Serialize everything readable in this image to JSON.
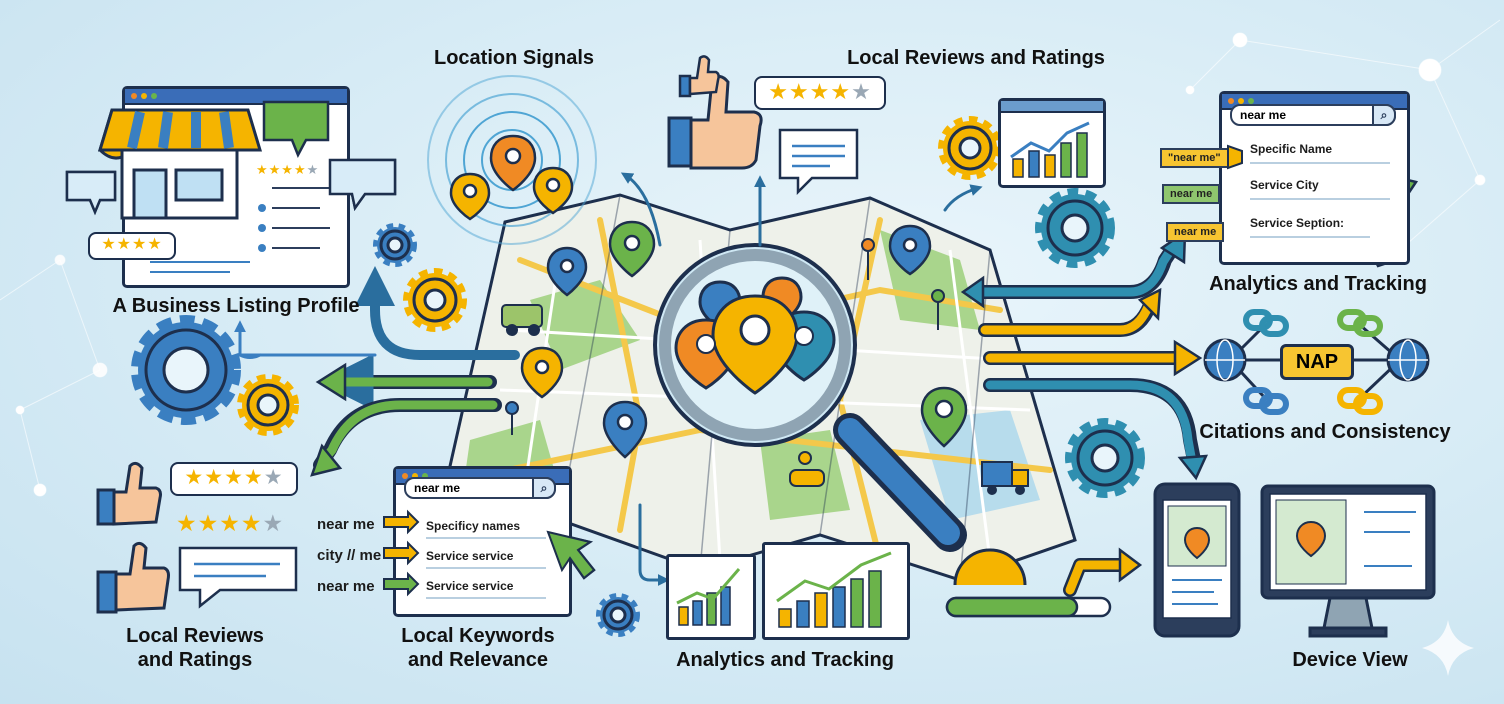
{
  "labels": {
    "location_signals": "Location Signals",
    "local_reviews_top": "Local Reviews and Ratings",
    "business_listing": "A Business Listing Profile",
    "analytics_top": "Analytics and Tracking",
    "citations": "Citations and Consistency",
    "local_reviews_bottom": [
      "Local Reviews",
      "and Ratings"
    ],
    "local_keywords": [
      "Local Keywords",
      "and Relevance"
    ],
    "analytics_bottom": "Analytics and Tracking",
    "device_view": "Device View"
  },
  "top_right_search": {
    "query": "near me",
    "rows": [
      {
        "tag": "\"near me\"",
        "result": "Specific Name"
      },
      {
        "tag": "near me",
        "result": "Service City"
      },
      {
        "tag": "near me",
        "result": "Service Seption:"
      }
    ]
  },
  "bottom_keywords_search": {
    "query": "near me",
    "rows": [
      {
        "keyword": "near me",
        "result": "Specificy names"
      },
      {
        "keyword": "city // me",
        "result": "Service service"
      },
      {
        "keyword": "near me",
        "result": "Service service"
      }
    ]
  },
  "nap_label": "NAP",
  "ratings": {
    "top_box": 4,
    "listing": 4,
    "bottom_box": 4,
    "bottom_row": 4
  },
  "colors": {
    "navy": "#1d2f4d",
    "blue": "#3a7fc1",
    "teal": "#2f8fb0",
    "yellow": "#f5b400",
    "green": "#6bb34a",
    "orange": "#f08a24"
  }
}
